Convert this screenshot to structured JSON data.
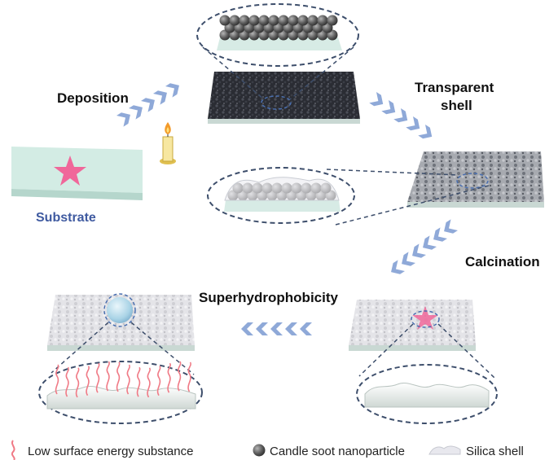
{
  "labels": {
    "deposition": "Deposition",
    "transparent_line1": "Transparent",
    "transparent_line2": "shell",
    "calcination": "Calcination",
    "superhydrophobicity": "Superhydrophobicity",
    "substrate": "Substrate"
  },
  "legend": {
    "low_surface": "Low surface energy substance",
    "candle_soot": "Candle soot nanoparticle",
    "silica_shell": "Silica shell"
  },
  "colors": {
    "arrow": "#8fa9d8",
    "substrate_top": "#d3ece4",
    "substrate_side": "#b5d6cc",
    "star": "#f0679a",
    "substrate_text": "#3f5aa0",
    "dashed": "#3d4e6b",
    "soot": "#6c6c6c",
    "fiber": "#f07a86"
  },
  "icons": {
    "arrow": "chevron-arrow-icon",
    "candle": "candle-icon",
    "star": "star-icon"
  }
}
